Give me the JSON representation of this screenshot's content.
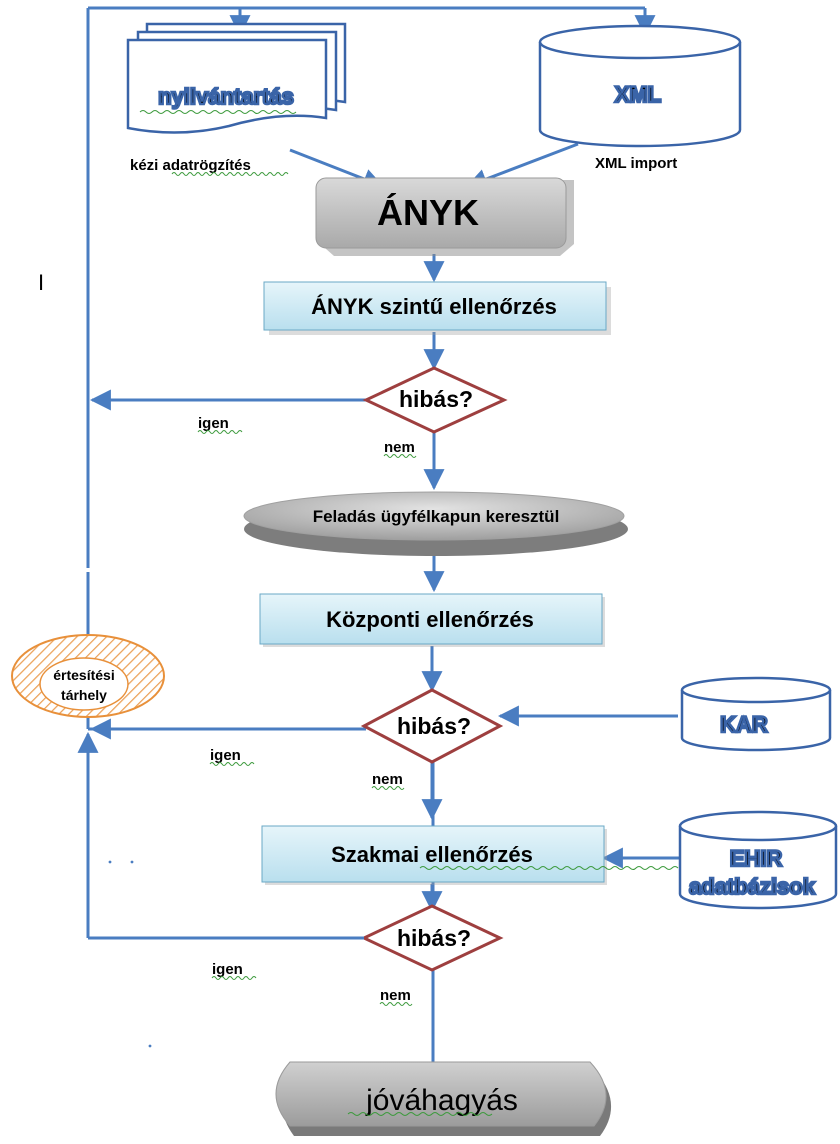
{
  "colors": {
    "line": "#4a7dc1",
    "diamond": "#9e3f3f",
    "box_fill": "#cde9f3",
    "cylinder_stroke": "#3a64a8",
    "terminal_fill": "#b8b8b8",
    "orange": "#e8903a",
    "squiggle": "#3c9a3c"
  },
  "sources": {
    "document_label": "nyilvántartás",
    "xml_label": "XML",
    "manual_entry_label": "kézi adatrögzítés",
    "xml_import_label": "XML import"
  },
  "anyk": {
    "label": "ÁNYK"
  },
  "stray_mark": "I",
  "steps": {
    "anyk_check": "ÁNYK szintű ellenőrzés",
    "submit": "Feladás ügyfélkapun keresztül",
    "central_check": "Központi ellenőrzés",
    "professional_check": "Szakmai ellenőrzés",
    "approval": "jóváhagyás"
  },
  "decisions": {
    "question": "hibás?",
    "yes": "igen",
    "no": "nem"
  },
  "databases": {
    "kar": "KAR",
    "ehir_line1": "EHIR",
    "ehir_line2": "adatbázisok"
  },
  "notification": {
    "line1": "értesítési",
    "line2": "tárhely"
  }
}
